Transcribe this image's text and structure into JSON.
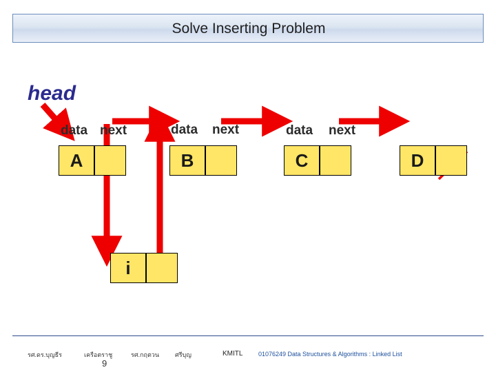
{
  "slide": {
    "title": "Solve Inserting Problem",
    "page_number": "9"
  },
  "diagram": {
    "head_label": "head",
    "column_headers": [
      {
        "data": "data",
        "next": "next"
      },
      {
        "data": "data",
        "next": "next"
      },
      {
        "data": "data",
        "next": "next"
      }
    ],
    "nodes": [
      {
        "data": "A",
        "next": ""
      },
      {
        "data": "B",
        "next": ""
      },
      {
        "data": "C",
        "next": ""
      },
      {
        "data": "D",
        "next": ""
      },
      {
        "data": "i",
        "next": ""
      }
    ],
    "arrow_color": "#ee0000",
    "node_fill": "#ffe666",
    "node_border": "#000000"
  },
  "footer": {
    "author_1": "รศ.ดร.บุญธีร",
    "author_2": "เครือตราชู",
    "author_3": "รศ.กฤตวน",
    "author_4": "ศรีบุญ",
    "institution": "KMITL",
    "course": "01076249 Data Structures & Algorithms  : Linked List"
  }
}
